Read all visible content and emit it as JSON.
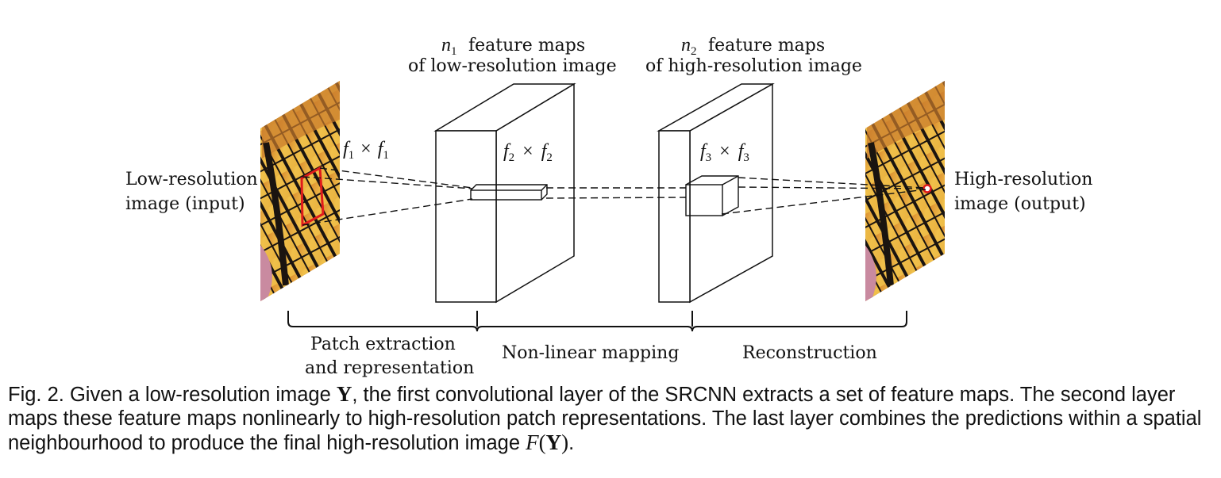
{
  "labels": {
    "input_line1": "Low-resolution",
    "input_line2": "image (input)",
    "output_line1": "High-resolution",
    "output_line2": "image (output)",
    "fm1_line1": "feature maps",
    "fm1_line2": "of low-resolution image",
    "fm2_line1": "feature maps",
    "fm2_line2": "of high-resolution image",
    "stage1_line1": "Patch extraction",
    "stage1_line2": "and representation",
    "stage2": "Non-linear mapping",
    "stage3": "Reconstruction"
  },
  "symbols": {
    "n1": "n",
    "n1_sub": "1",
    "n2": "n",
    "n2_sub": "2",
    "f1": "f",
    "f1_sub": "1",
    "f2": "f",
    "f2_sub": "2",
    "f3": "f",
    "f3_sub": "3",
    "times": "×"
  },
  "caption": {
    "fig": "Fig. 2.",
    "part1": "Given a low-resolution image",
    "Y": "Y",
    "part2": ", the first convolutional layer of the SRCNN extracts a set of feature maps. The second layer maps these feature maps nonlinearly to high-resolution patch representations. The last layer combines the predictions within a spatial neighbourhood to produce the final high-resolution image",
    "F": "F",
    "open": "(",
    "close": ")",
    "end": "."
  },
  "colors": {
    "wing_orange": "#e9a23a",
    "wing_yellow": "#f2c64e",
    "vein_black": "#1a1410",
    "highlight_red": "#e01b1b",
    "background_pink": "#c98aa0"
  }
}
